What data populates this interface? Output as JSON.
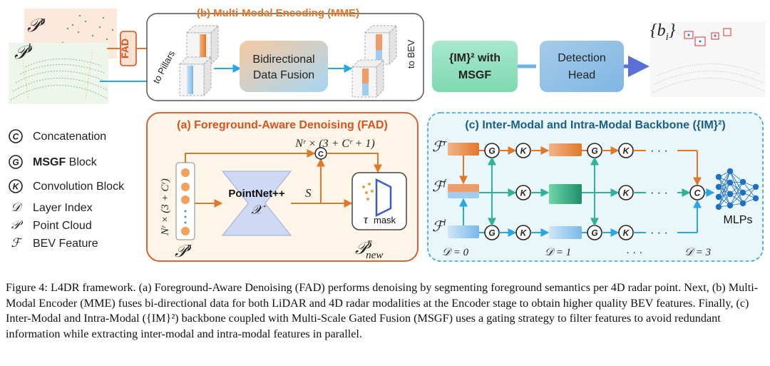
{
  "mme": {
    "title": "(b) Multi-Modal Encoding (MME)",
    "fad_tag": "FAD",
    "to_pillars": "to Pillars",
    "fusion_line1": "Bidirectional",
    "fusion_line2": "Data Fusion",
    "to_bev": "to BEV",
    "pr_label": "𝒫",
    "pr_sup": "r",
    "pl_label": "𝒫",
    "pl_sup": "l"
  },
  "im2_box": {
    "line1": "{IM}² with",
    "line2": "MSGF"
  },
  "detection_head": {
    "line1": "Detection",
    "line2": "Head"
  },
  "output_label": "{b",
  "output_sub": "i",
  "output_close": "}",
  "legend": [
    {
      "symbol": "C",
      "text": "Concatenation"
    },
    {
      "symbol": "G",
      "text_bold": "MSGF",
      "text": " Block"
    },
    {
      "symbol": "K",
      "text": "Convolution Block"
    },
    {
      "symbol": "𝒟",
      "text": "Layer Index"
    },
    {
      "symbol": "𝒫",
      "text": "Point Cloud"
    },
    {
      "symbol": "ℱ",
      "text": "BEV Feature"
    }
  ],
  "fad": {
    "title": "(a) Foreground-Aware Denoising (FAD)",
    "top_formula": "Nʳ × (3 + Cʳ + 1)",
    "side_formula": "Nʳ × (3 + Cʳ)",
    "pointnet": "PointNet++",
    "chi": "𝒳",
    "s_label": "S",
    "tau": "τ",
    "mask": "mask",
    "in_label": "𝒫",
    "in_sup": "r",
    "out_label": "𝒫",
    "out_sup": "r",
    "out_sub": "new",
    "concat": "C"
  },
  "backbone": {
    "title": "(c) Inter-Modal and Intra-Modal Backbone ({IM}²)",
    "f_r": "ℱ",
    "f_r_sup": "r",
    "f_f": "ℱ",
    "f_f_sup": "f",
    "f_l": "ℱ",
    "f_l_sup": "l",
    "g": "G",
    "k": "K",
    "c": "C",
    "dots": "· · ·",
    "mlps": "MLPs",
    "d0": "𝒟 = 0",
    "d1": "𝒟 = 1",
    "d3": "𝒟 = 3"
  },
  "caption": {
    "prefix": "Figure 4: L4DR framework. (a) ",
    "s1": "Foreground-Aware Denoising (FAD) performs denoising by segmenting foreground semantics per 4D radar point. Next, (b) ",
    "s2": "Multi-Modal Encoder (MME) fuses bi-directional data for both LiDAR and 4D radar modalities at the Encoder stage to obtain higher quality BEV features. Finally, (c) ",
    "s3": "Inter-Modal and Intra-Modal ({IM}²) backbone coupled with ",
    "s4": "Multi-Scale Gated Fusion (MSGF) uses a gating strategy to filter features to avoid redundant information while extracting inter-modal and intra-modal features in parallel."
  },
  "colors": {
    "orange": "#e0782a",
    "red_title": "#d9531e",
    "blue": "#2aa7e0",
    "teal": "#2cb39a",
    "green_box": "#7fd8b0",
    "purple": "#5b6fd8"
  }
}
